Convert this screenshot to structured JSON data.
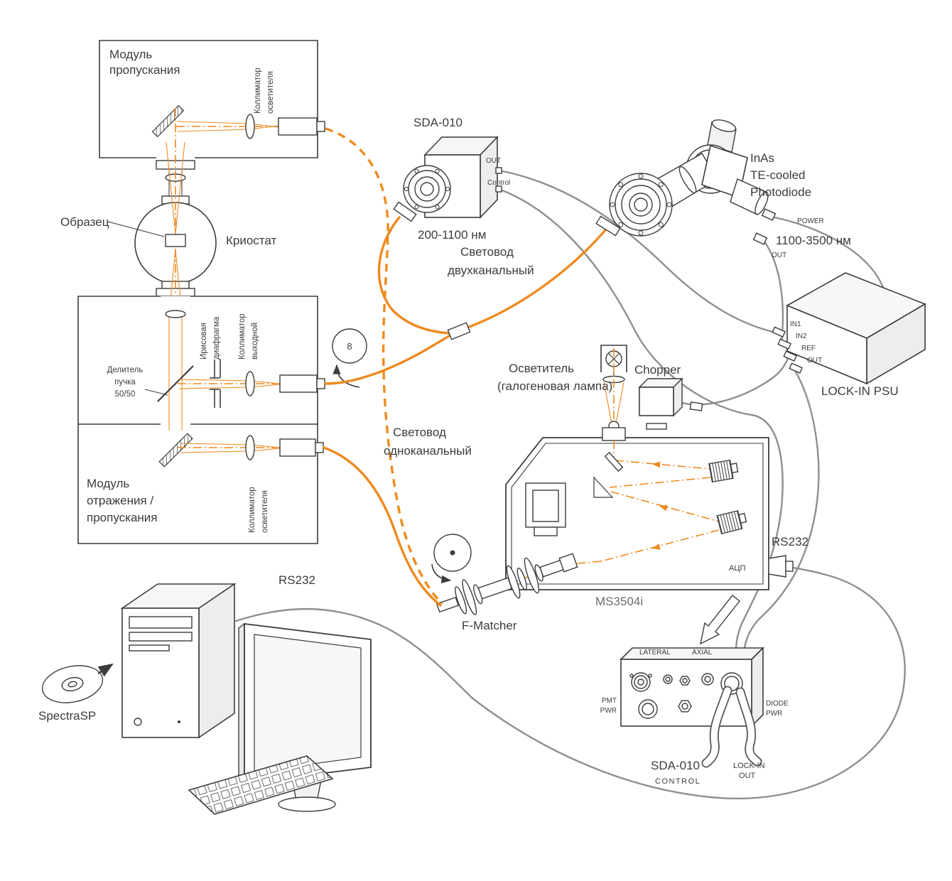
{
  "meta": {
    "type": "optical-spectroscopy-setup-diagram",
    "language": "ru"
  },
  "colors": {
    "line": "#3c3c3c",
    "fiber": "#ef8a1f",
    "wire": "#8f8f8f"
  },
  "labels": {
    "transmission_module": [
      "Модуль",
      "пропускания"
    ],
    "collimator_illum_top": [
      "Коллиматор",
      "осветителя"
    ],
    "sample": "Образец",
    "cryostat": "Криостат",
    "beam_splitter": [
      "Делитель",
      "пучка",
      "50/50"
    ],
    "iris": [
      "Ирисовая",
      "диафрагма"
    ],
    "collimator_out": [
      "Коллиматор",
      "выходной"
    ],
    "collimator_illum_bottom": [
      "Коллиматор",
      "осветителя"
    ],
    "reflection_module": [
      "Модуль",
      "отражения /",
      "пропускания"
    ],
    "port_number": "8",
    "sda_top": {
      "title": "SDA-010",
      "range": "200-1100 нм",
      "out": "OUT",
      "control": "Control"
    },
    "fiber_dual": [
      "Световод",
      "двухканальный"
    ],
    "inas": {
      "name": [
        "InAs",
        "TE-cooled",
        "Photodiode"
      ],
      "range": "1100-3500 нм",
      "power": "POWER",
      "out": "OUT"
    },
    "lockin": {
      "title": "LOCK-IN PSU",
      "in1": "IN1",
      "in2": "IN2",
      "ref": "REF",
      "out": "OUT"
    },
    "illuminator": [
      "Осветитель",
      "(галогеновая лампа)"
    ],
    "chopper": "Chopper",
    "fiber_single": [
      "Световод",
      "одноканальный"
    ],
    "mono": {
      "title": "MS3504i",
      "adc": "АЦП",
      "rs232": "RS232"
    },
    "fmatcher": "F-Matcher",
    "pc": {
      "rs232": "RS232",
      "software": "SpectraSP"
    },
    "panel": {
      "lateral": "LATERAL",
      "axial": "AXIAL",
      "pmt": [
        "PMT",
        "PWR"
      ],
      "diode": [
        "DIODE",
        "PWR"
      ],
      "title": "SDA-010",
      "subtitle": "CONTROL",
      "lockin_out": [
        "LOCK-IN",
        "OUT"
      ]
    }
  }
}
